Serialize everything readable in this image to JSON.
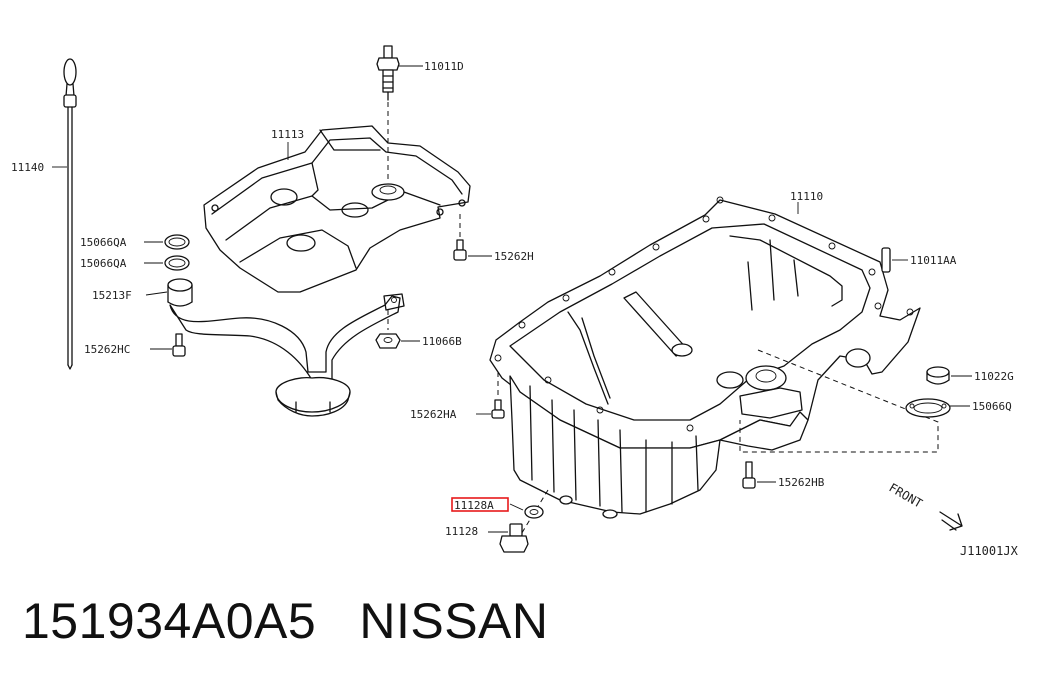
{
  "labels": {
    "p11140": "11140",
    "p11113": "11113",
    "p11011D": "11011D",
    "p15066QA_1": "15066QA",
    "p15066QA_2": "15066QA",
    "p15213F": "15213F",
    "p15262HC": "15262HC",
    "p15262H": "15262H",
    "p11066B": "11066B",
    "p11110": "11110",
    "p11011AA": "11011AA",
    "p11022G": "11022G",
    "p15066Q": "15066Q",
    "p15262HA": "15262HA",
    "p15262HB": "15262HB",
    "p11128A": "11128A",
    "p11128": "11128",
    "front": "FRONT",
    "figure_code": "J11001JX"
  },
  "highlight": {
    "part": "11128A",
    "color": "#e8191a"
  },
  "caption": {
    "part_number": "151934A0A5",
    "brand": "NISSAN"
  }
}
